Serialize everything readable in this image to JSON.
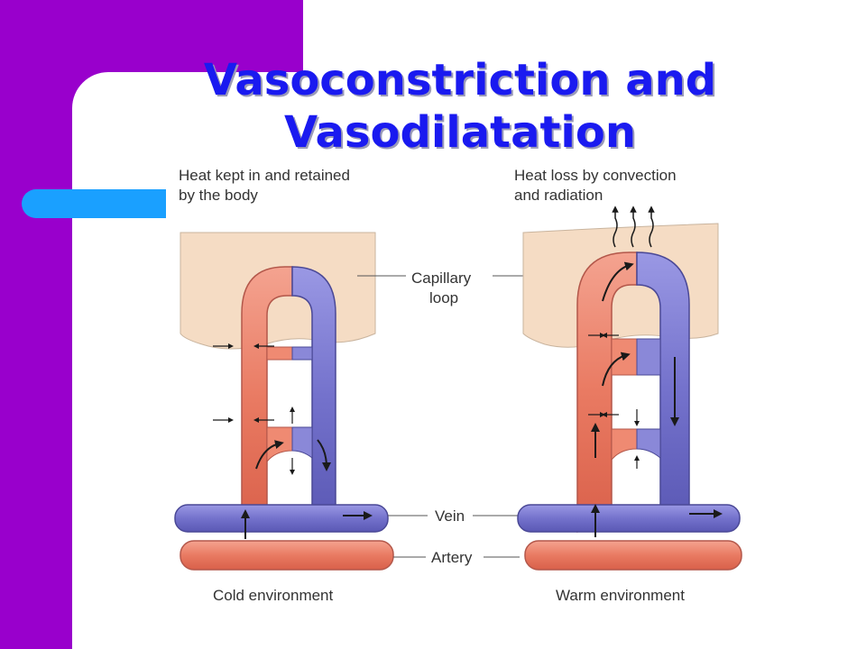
{
  "slide": {
    "title_line1": "Vasoconstriction and",
    "title_line2": "Vasodilatation"
  },
  "diagram": {
    "left_caption_line1": "Heat kept in and retained",
    "left_caption_line2": "by the body",
    "right_caption_line1": "Heat loss by convection",
    "right_caption_line2": "and radiation",
    "label_capillary_line1": "Capillary",
    "label_capillary_line2": "loop",
    "label_vein": "Vein",
    "label_artery": "Artery",
    "left_footer": "Cold environment",
    "right_footer": "Warm environment"
  },
  "colors": {
    "background_band": "#9900cc",
    "accent_pill": "#1aa0ff",
    "title": "#1a1af0",
    "artery": "#ef8a72",
    "vein": "#7c7ad4",
    "skin": "#f5dcc4"
  }
}
